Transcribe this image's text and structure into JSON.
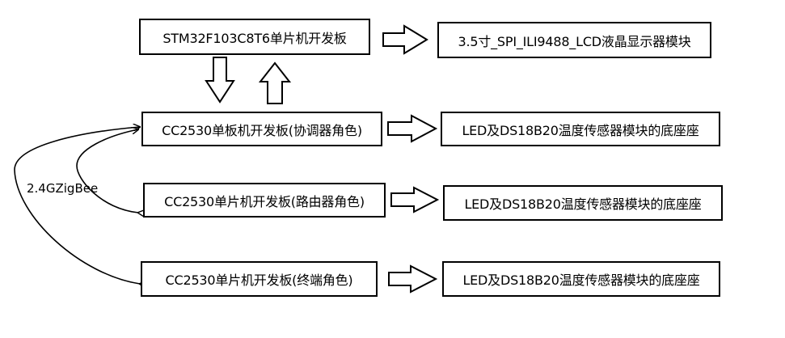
{
  "nodes": {
    "stm32": "STM32F103C8T6单片机开发板",
    "lcd": "3.5寸_SPI_ILI9488_LCD液晶显示器模块",
    "coordinator": "CC2530单板机开发板(协调器角色)",
    "router": "CC2530单片机开发板(路由器角色)",
    "enddevice": "CC2530单片机开发板(终端角色)",
    "sensor_1": "LED及DS18B20温度传感器模块的底座座",
    "sensor_2": "LED及DS18B20温度传感器模块的底座座",
    "sensor_3": "LED及DS18B20温度传感器模块的底座座"
  },
  "link_label": "2.4GZigBee"
}
